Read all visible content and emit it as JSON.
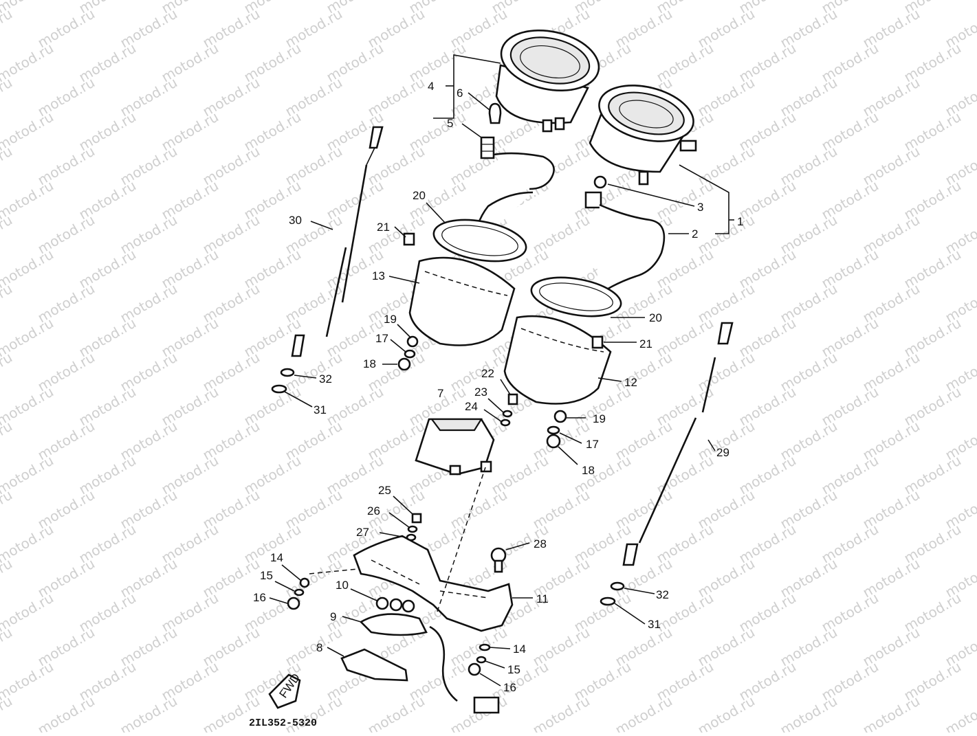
{
  "watermark": {
    "text": "motod.ru"
  },
  "diagram": {
    "code": "2IL352-5320",
    "fwd_mark": "FWD",
    "callouts": [
      {
        "id": "c1",
        "text": "1"
      },
      {
        "id": "c2",
        "text": "2"
      },
      {
        "id": "c3",
        "text": "3"
      },
      {
        "id": "c4",
        "text": "4"
      },
      {
        "id": "c5",
        "text": "5"
      },
      {
        "id": "c6",
        "text": "6"
      },
      {
        "id": "c7",
        "text": "7"
      },
      {
        "id": "c8",
        "text": "8"
      },
      {
        "id": "c9",
        "text": "9"
      },
      {
        "id": "c10",
        "text": "10"
      },
      {
        "id": "c11",
        "text": "11"
      },
      {
        "id": "c12",
        "text": "12"
      },
      {
        "id": "c13",
        "text": "13"
      },
      {
        "id": "c14a",
        "text": "14"
      },
      {
        "id": "c14b",
        "text": "14"
      },
      {
        "id": "c15a",
        "text": "15"
      },
      {
        "id": "c15b",
        "text": "15"
      },
      {
        "id": "c16a",
        "text": "16"
      },
      {
        "id": "c16b",
        "text": "16"
      },
      {
        "id": "c17a",
        "text": "17"
      },
      {
        "id": "c17b",
        "text": "17"
      },
      {
        "id": "c18a",
        "text": "18"
      },
      {
        "id": "c18b",
        "text": "18"
      },
      {
        "id": "c19a",
        "text": "19"
      },
      {
        "id": "c19b",
        "text": "19"
      },
      {
        "id": "c20a",
        "text": "20"
      },
      {
        "id": "c20b",
        "text": "20"
      },
      {
        "id": "c21a",
        "text": "21"
      },
      {
        "id": "c21b",
        "text": "21"
      },
      {
        "id": "c22",
        "text": "22"
      },
      {
        "id": "c23",
        "text": "23"
      },
      {
        "id": "c24",
        "text": "24"
      },
      {
        "id": "c25",
        "text": "25"
      },
      {
        "id": "c26",
        "text": "26"
      },
      {
        "id": "c27",
        "text": "27"
      },
      {
        "id": "c28",
        "text": "28"
      },
      {
        "id": "c29",
        "text": "29"
      },
      {
        "id": "c30",
        "text": "30"
      },
      {
        "id": "c31a",
        "text": "31"
      },
      {
        "id": "c31b",
        "text": "31"
      },
      {
        "id": "c32a",
        "text": "32"
      },
      {
        "id": "c32b",
        "text": "32"
      }
    ]
  }
}
